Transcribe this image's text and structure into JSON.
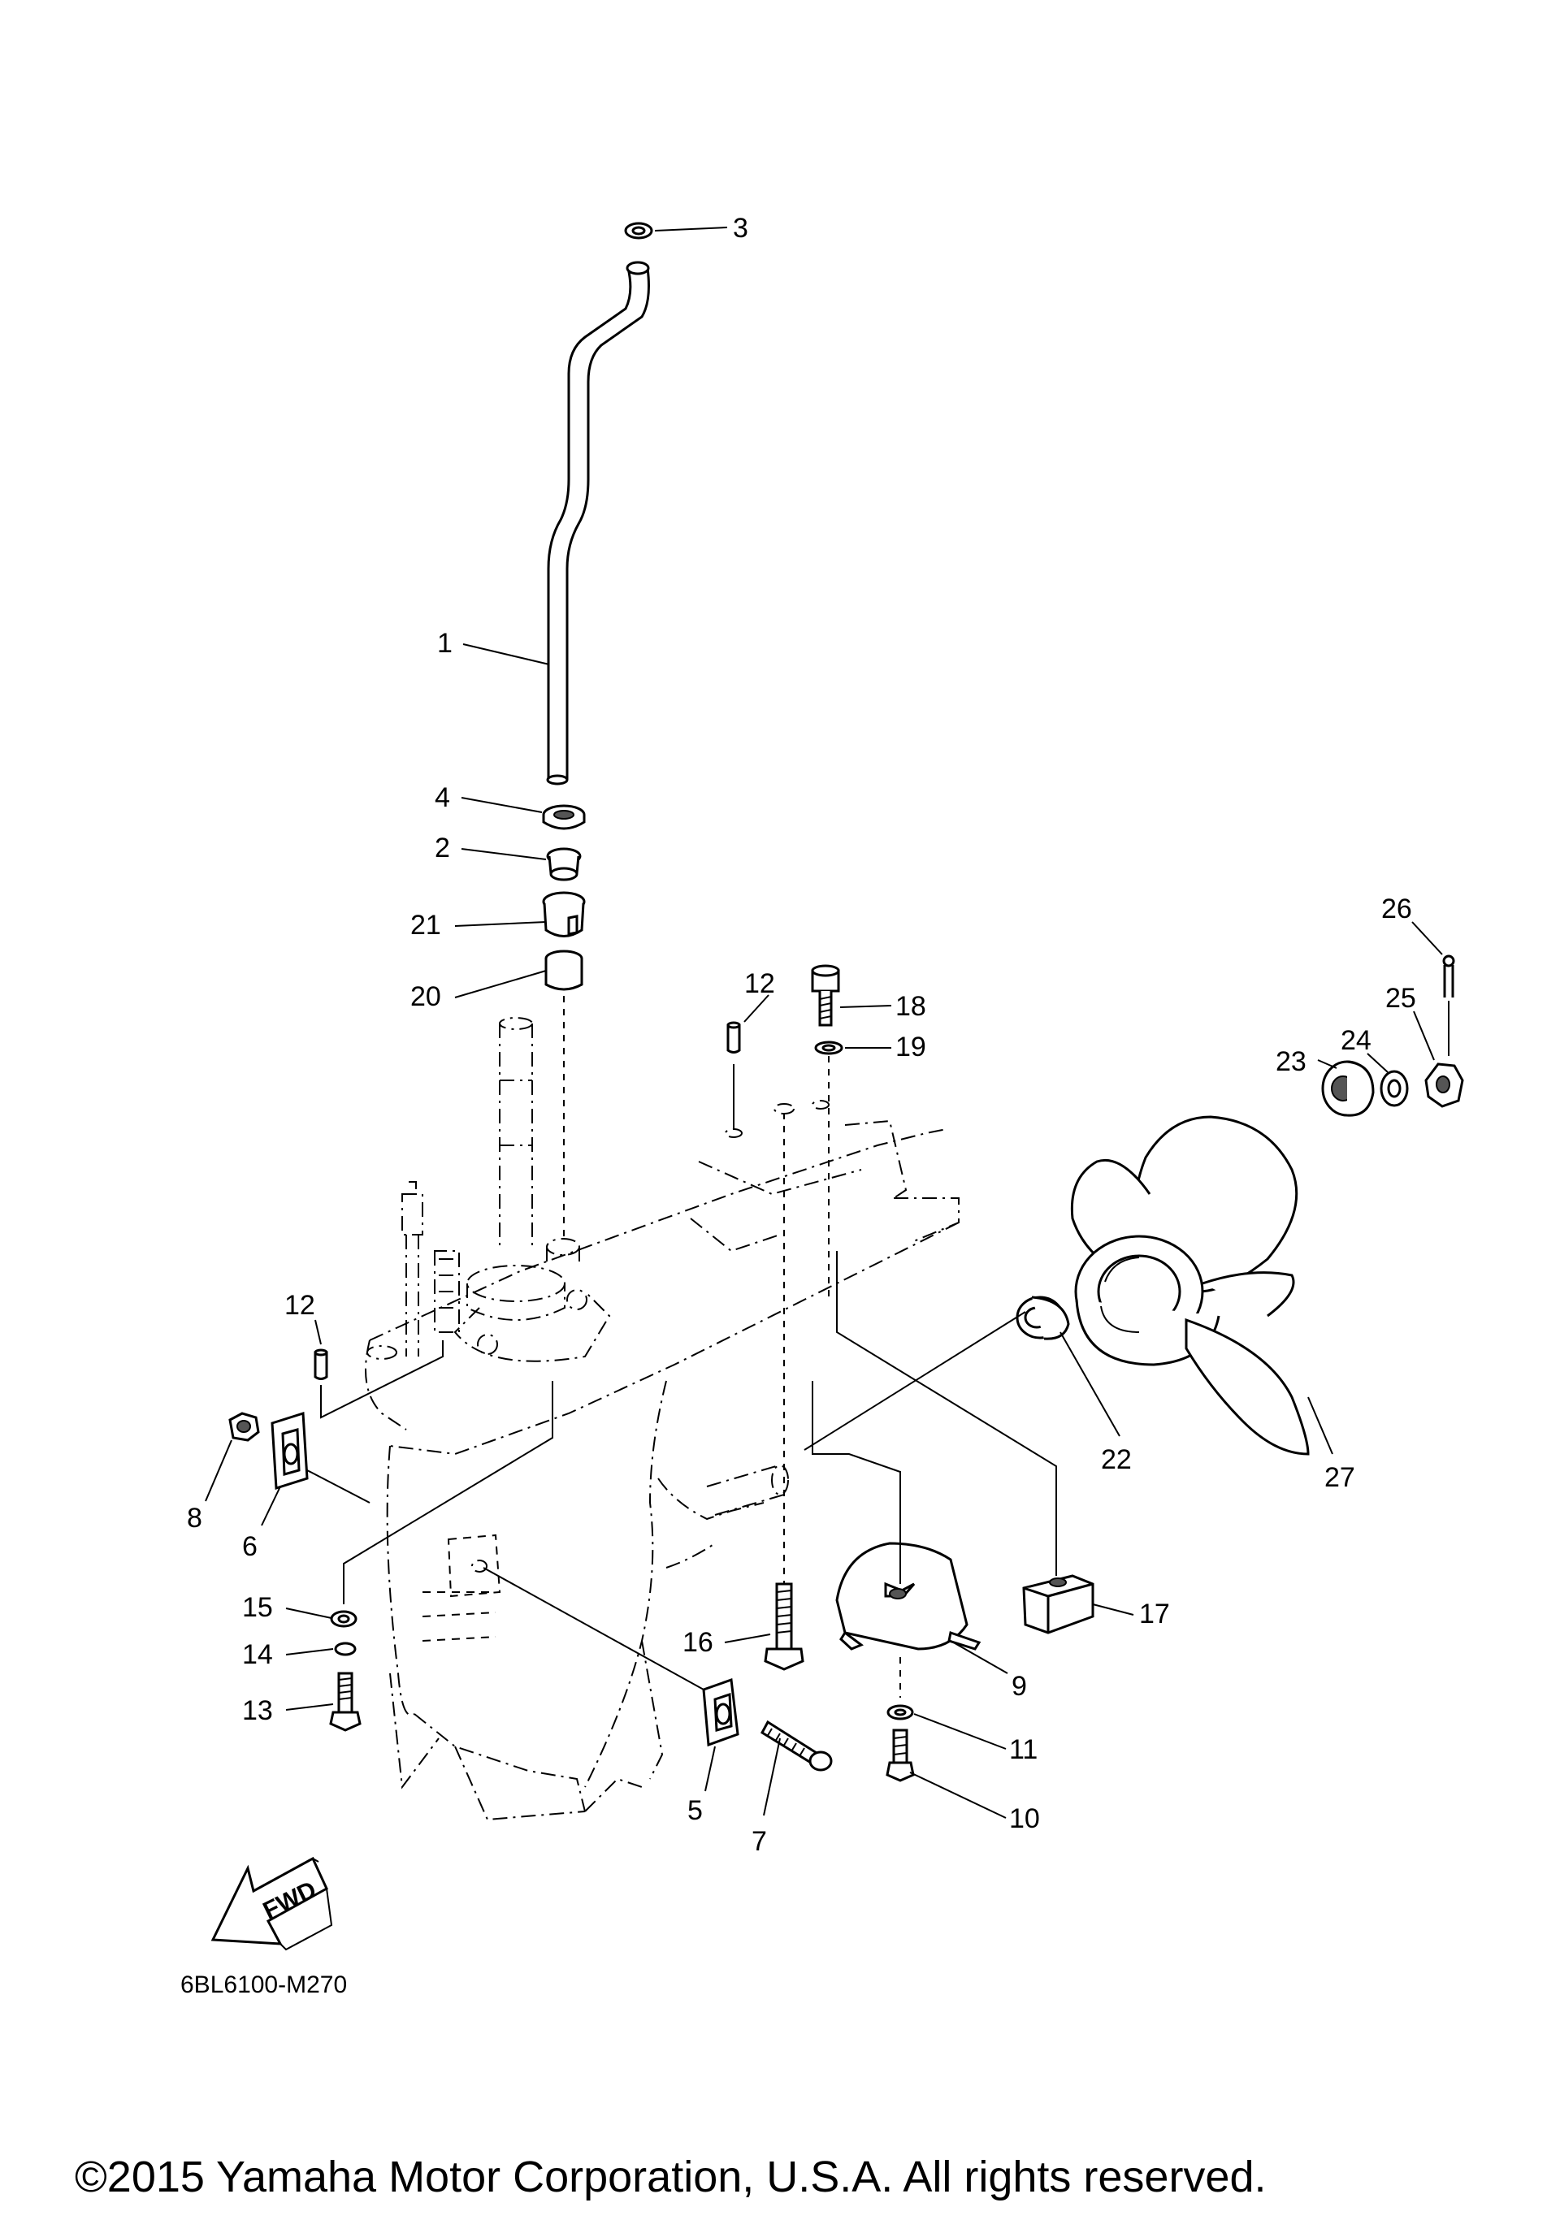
{
  "diagram": {
    "callouts": [
      "1",
      "2",
      "3",
      "4",
      "5",
      "6",
      "7",
      "8",
      "9",
      "10",
      "11",
      "12",
      "12",
      "13",
      "14",
      "15",
      "16",
      "17",
      "18",
      "19",
      "20",
      "21",
      "22",
      "23",
      "24",
      "25",
      "26",
      "27"
    ],
    "fwd_label": "FWD",
    "code": "6BL6100-M270",
    "copyright": "©2015 Yamaha Motor Corporation, U.S.A. All rights reserved."
  }
}
